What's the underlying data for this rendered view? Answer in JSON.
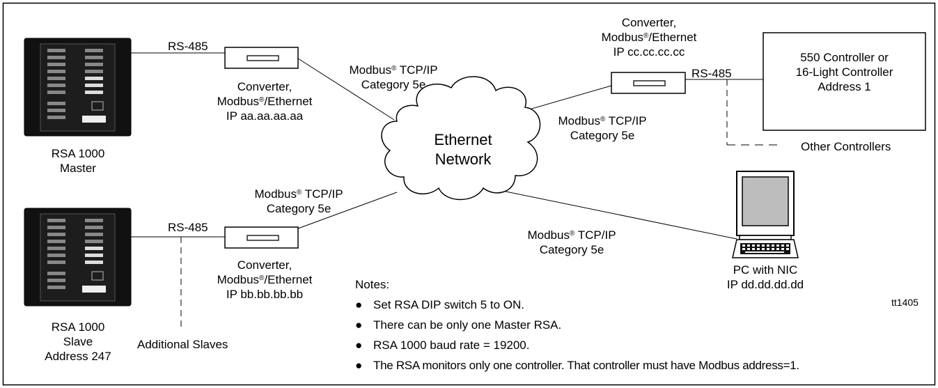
{
  "devices": {
    "rsa_master": {
      "line1": "RSA 1000",
      "line2": "Master"
    },
    "rsa_slave": {
      "line1": "RSA 1000",
      "line2": "Slave",
      "line3": "Address 247"
    },
    "converter_a": {
      "line1": "Converter,",
      "line2_pre": "Modbus",
      "line2_post": "/Ethernet",
      "line3": "IP aa.aa.aa.aa"
    },
    "converter_b": {
      "line1": "Converter,",
      "line2_pre": "Modbus",
      "line2_post": "/Ethernet",
      "line3": "IP bb.bb.bb.bb"
    },
    "converter_c": {
      "line1": "Converter,",
      "line2_pre": "Modbus",
      "line2_post": "/Ethernet",
      "line3": "IP cc.cc.cc.cc"
    },
    "controller": {
      "line1": "550 Controller or",
      "line2": "16-Light Controller",
      "line3": "Address 1"
    },
    "pc": {
      "line1": "PC with NIC",
      "line2": "IP dd.dd.dd.dd"
    },
    "cloud": {
      "line1": "Ethernet",
      "line2": "Network"
    }
  },
  "links": {
    "rs485": "RS-485",
    "modbus_pre": "Modbus",
    "modbus_post": " TCP/IP",
    "category": "Category 5e",
    "registered": "®"
  },
  "extras": {
    "other_controllers": "Other Controllers",
    "additional_slaves": "Additional Slaves",
    "figure_id": "tt1405"
  },
  "notes": {
    "heading": "Notes:",
    "bullet": "●",
    "items": [
      "Set RSA DIP switch 5 to ON.",
      "There can be only one Master RSA.",
      "RSA 1000 baud rate = 19200.",
      "The RSA monitors only one controller. That controller must have Modbus address=1."
    ]
  }
}
